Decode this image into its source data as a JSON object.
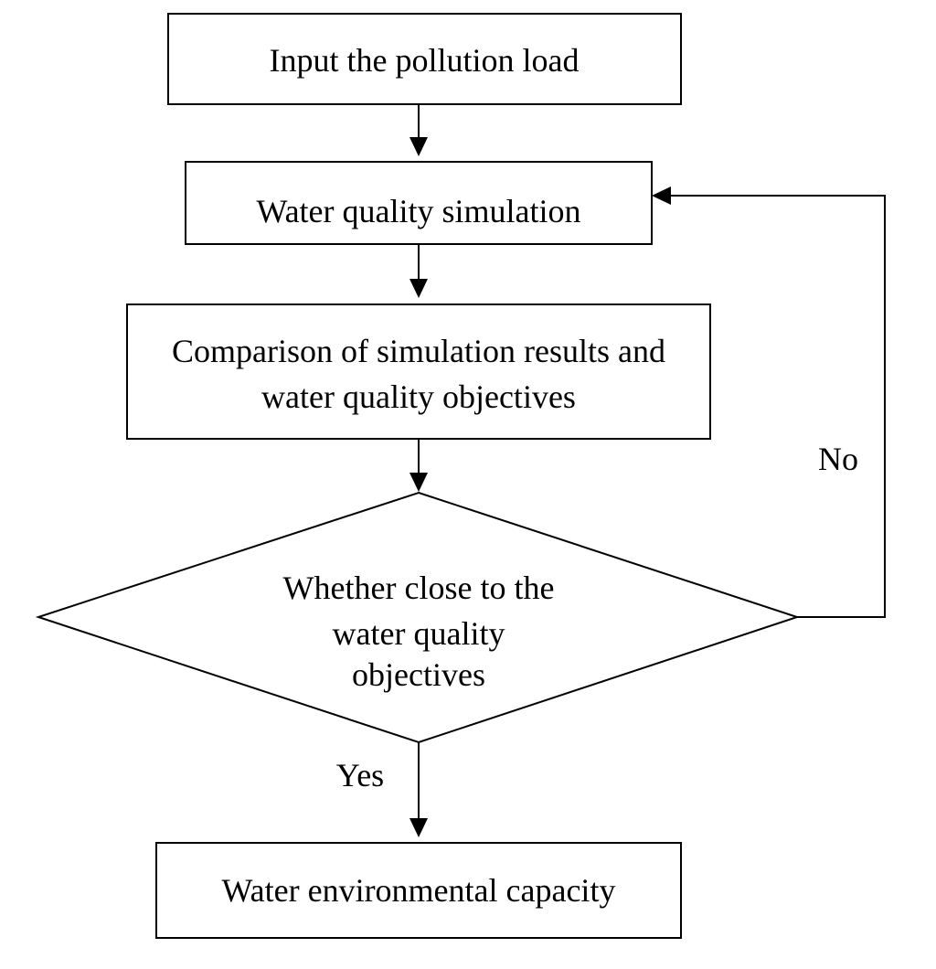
{
  "diagram": {
    "nodes": [
      {
        "id": "input",
        "shape": "rectangle",
        "label": "Input the pollution load"
      },
      {
        "id": "simulate",
        "shape": "rectangle",
        "label": "Water quality simulation"
      },
      {
        "id": "compare",
        "shape": "rectangle",
        "lines": [
          "Comparison of simulation results and",
          "water quality objectives"
        ]
      },
      {
        "id": "decision",
        "shape": "diamond",
        "lines": [
          "Whether close to the",
          "water quality",
          "objectives"
        ]
      },
      {
        "id": "capacity",
        "shape": "rectangle",
        "label": "Water environmental capacity"
      }
    ],
    "edges": [
      {
        "from": "input",
        "to": "simulate",
        "label": ""
      },
      {
        "from": "simulate",
        "to": "compare",
        "label": ""
      },
      {
        "from": "compare",
        "to": "decision",
        "label": ""
      },
      {
        "from": "decision",
        "to": "capacity",
        "label": "Yes"
      },
      {
        "from": "decision",
        "to": "simulate",
        "label": "No"
      }
    ]
  }
}
